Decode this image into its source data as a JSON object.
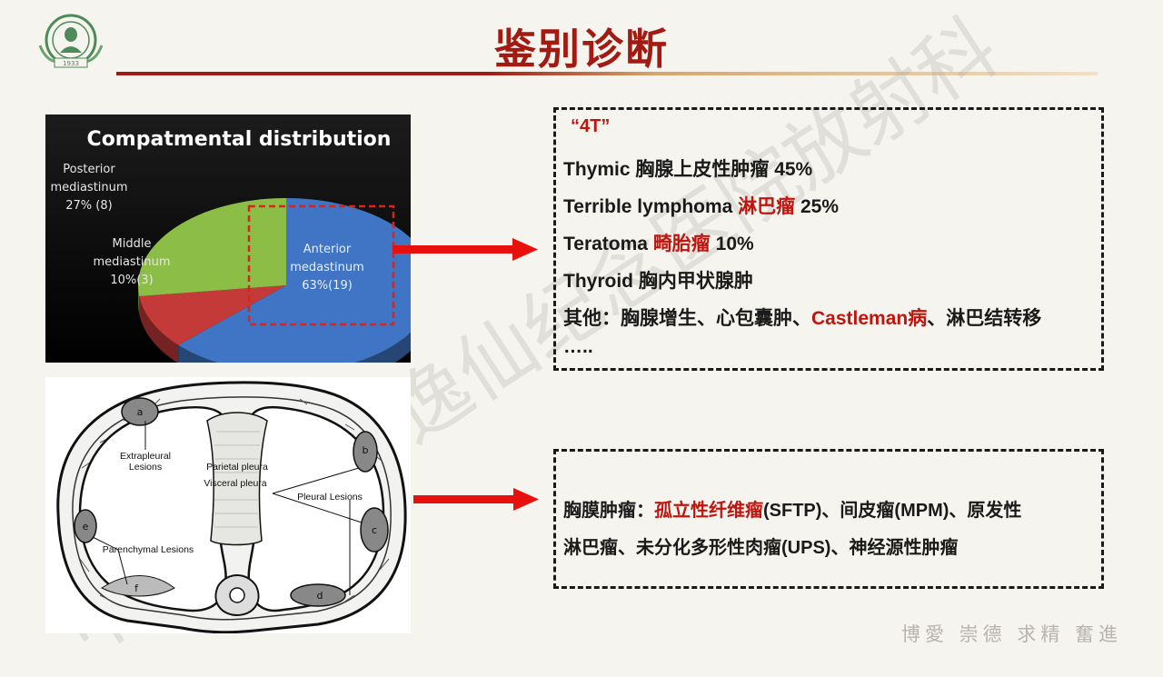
{
  "header": {
    "title": "鉴别诊断",
    "logo_year": "1933"
  },
  "watermark": "中山大学孙逸仙纪念医院放射科",
  "chart_data": {
    "type": "pie",
    "title": "Compatmental distribution",
    "slices": [
      {
        "name": "Anterior medastinum",
        "line1": "Anterior",
        "line2": "medastinum",
        "label": "63%(19)",
        "percent": 63,
        "count": 19,
        "color": "#3f75c4"
      },
      {
        "name": "Middle mediastinum",
        "line1": "Middle",
        "line2": "mediastinum",
        "label": "10%(3)",
        "percent": 10,
        "count": 3,
        "color": "#c33a38"
      },
      {
        "name": "Posterior mediastinum",
        "line1": "Posterior",
        "line2": "mediastinum",
        "label": "27% (8)",
        "percent": 27,
        "count": 8,
        "color": "#8cbd47"
      }
    ]
  },
  "anatomy_labels": {
    "extrapleural_1": "Extrapleural",
    "extrapleural_2": "Lesions",
    "parietal": "Parietal pleura",
    "visceral": "Visceral pleura",
    "pleural": "Pleural Lesions",
    "parenchymal": "Parenchymal Lesions",
    "a": "a",
    "b": "b",
    "c": "c",
    "d": "d",
    "e": "e",
    "f": "f"
  },
  "box1": {
    "heading": "“4T”",
    "lines": [
      {
        "pre": "Thymic 胸腺上皮性肿瘤  45%",
        "red": "",
        "post": ""
      },
      {
        "pre": "Terrible lymphoma ",
        "red": "淋巴瘤",
        "post": " 25%"
      },
      {
        "pre": "Teratoma ",
        "red": "畸胎瘤",
        "post": " 10%"
      },
      {
        "pre": "Thyroid 胸内甲状腺肿",
        "red": "",
        "post": ""
      },
      {
        "pre": "其他：胸腺增生、心包囊肿、",
        "red": "Castleman病",
        "post": "、淋巴结转移"
      },
      {
        "pre": "…..",
        "red": "",
        "post": ""
      }
    ]
  },
  "box2": {
    "line1_pre": "胸膜肿瘤：",
    "line1_red": "孤立性纤维瘤",
    "line1_post": "(SFTP)、间皮瘤(MPM)、原发性",
    "line2": "淋巴瘤、未分化多形性肉瘤(UPS)、神经源性肿瘤"
  },
  "footer": {
    "motto": "博愛 崇德 求精 奮進"
  },
  "colors": {
    "title": "#a21b12",
    "accent_red": "#c0150f",
    "arrow": "#e8100c"
  }
}
